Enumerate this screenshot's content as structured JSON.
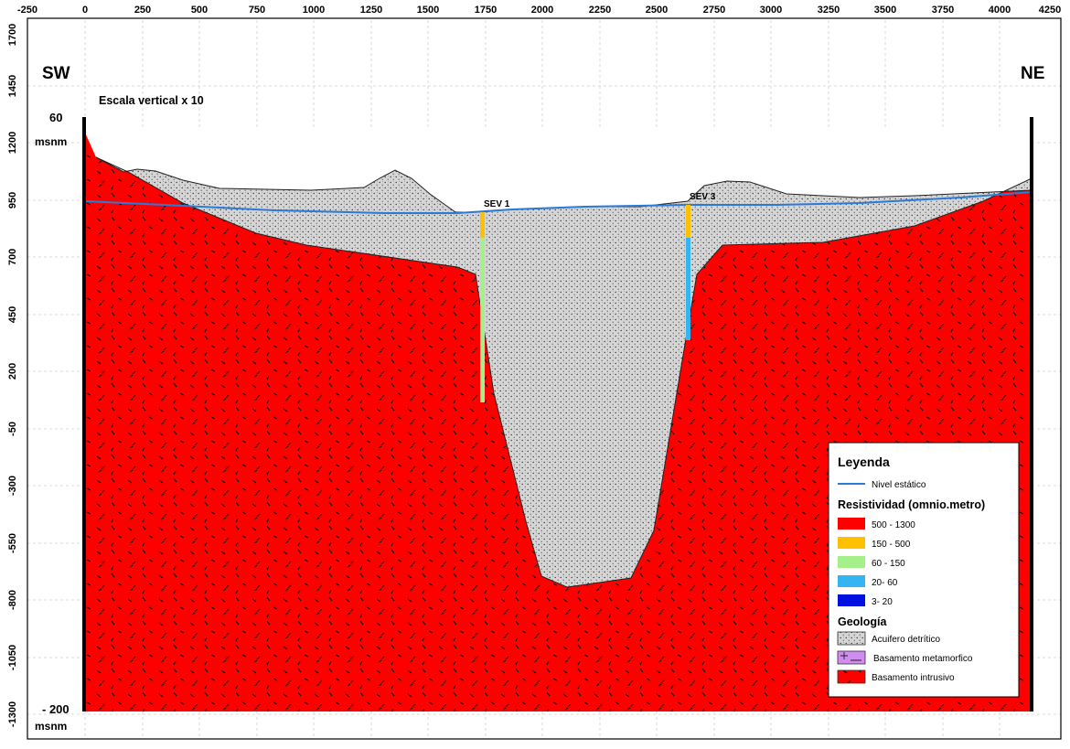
{
  "axes": {
    "x_ticks": [
      "-250",
      "0",
      "250",
      "500",
      "750",
      "1000",
      "1250",
      "1500",
      "1750",
      "2000",
      "2250",
      "2500",
      "2750",
      "3000",
      "3250",
      "3500",
      "3750",
      "4000",
      "4250"
    ],
    "y_ticks": [
      "1700",
      "1450",
      "1200",
      "950",
      "700",
      "450",
      "200",
      "-50",
      "-300",
      "-550",
      "-800",
      "-1050",
      "-1300"
    ]
  },
  "labels": {
    "sw": "SW",
    "ne": "NE",
    "scale_note": "Escala vertical x 10",
    "top_elev": "60",
    "top_unit": "msnm",
    "bottom_elev": "- 200",
    "bottom_unit": "msnm",
    "sev1": "SEV 1",
    "sev3": "SEV 3"
  },
  "legend": {
    "title": "Leyenda",
    "water_line": "Nivel estático",
    "resistivity_title": "Resistividad (omnio.metro)",
    "resistivity": [
      {
        "label": "500 - 1300",
        "color": "#ff0000"
      },
      {
        "label": "150 - 500",
        "color": "#ffc000"
      },
      {
        "label": "60 - 150",
        "color": "#a6f08c"
      },
      {
        "label": "20- 60",
        "color": "#34b4f0"
      },
      {
        "label": "3- 20",
        "color": "#0010e0"
      }
    ],
    "geology_title": "Geología",
    "geology": [
      {
        "label": "Acuifero detrítico",
        "symbol": "dotted-gray"
      },
      {
        "label": "Basamento metamorfico",
        "symbol": "violet-cross"
      },
      {
        "label": "Basamento intrusivo",
        "symbol": "red-ticks"
      }
    ]
  },
  "colors": {
    "basement_intrusive": "#ff0000",
    "aquifer": "#d6d6d6",
    "water_table": "#2a7ad8"
  }
}
